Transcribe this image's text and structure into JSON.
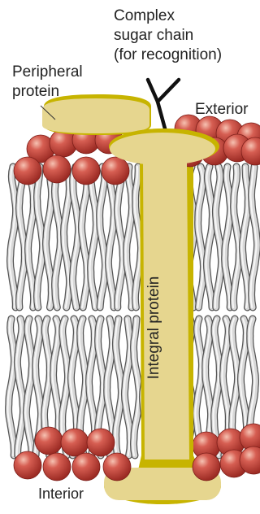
{
  "labels": {
    "sugar_chain": [
      "Complex",
      "sugar chain",
      "(for recognition)"
    ],
    "peripheral_protein": [
      "Peripheral",
      "protein"
    ],
    "exterior": "Exterior",
    "interior": "Interior",
    "integral_protein": "Integral protein"
  },
  "colors": {
    "head": "#c8473e",
    "head_highlight": "#f4b9a9",
    "tail": "#b9b9b9",
    "tail_edge": "#555555",
    "protein": "#e6d68f",
    "protein_rim": "#c7b400",
    "sugar": "#111111"
  }
}
